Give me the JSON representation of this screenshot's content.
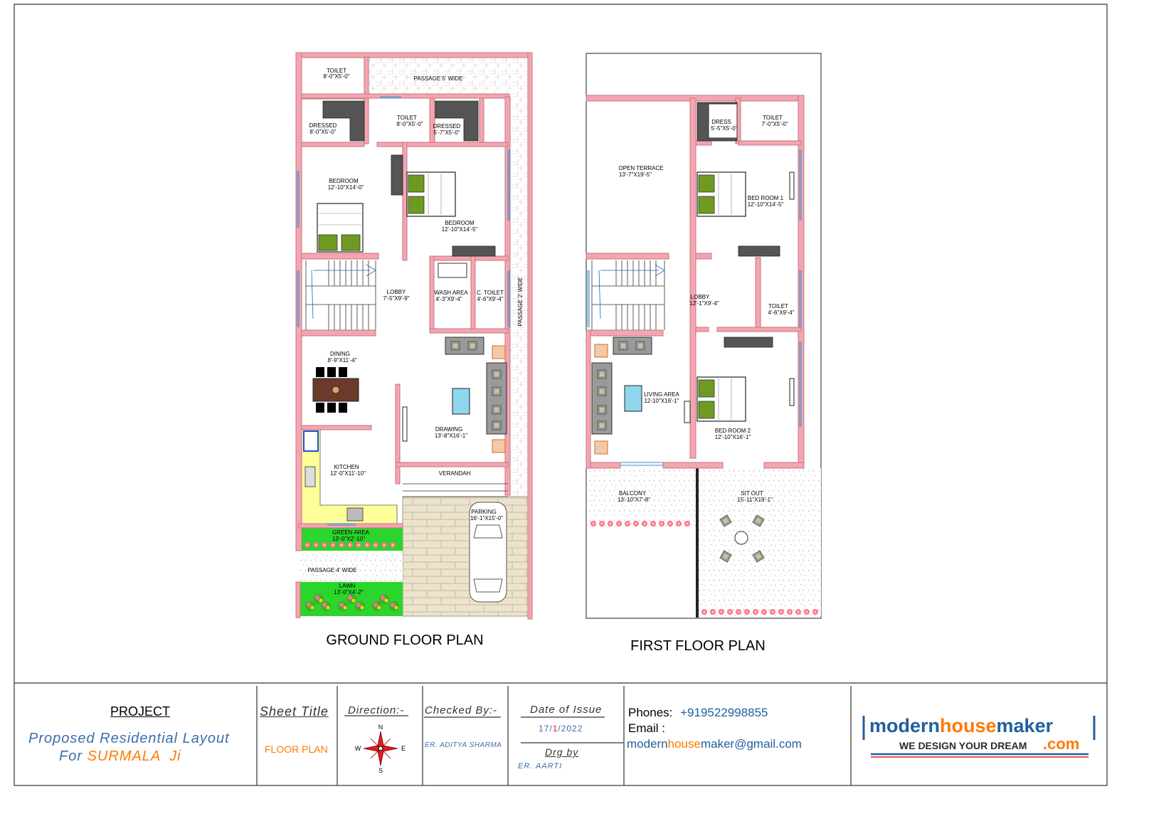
{
  "plans": {
    "ground": {
      "caption": "GROUND FLOOR PLAN",
      "rooms": [
        {
          "name": "TOILET",
          "dims": "8'-0\"X5'-0\""
        },
        {
          "name": "PASSAGE 5' WIDE",
          "dims": ""
        },
        {
          "name": "TOILET",
          "dims": "8'-0\"X5'-0\""
        },
        {
          "name": "DRESSED",
          "dims": "8'-0\"X5'-0\""
        },
        {
          "name": "DRESSED",
          "dims": "5'-7\"X5'-0\""
        },
        {
          "name": "BEDROOM",
          "dims": "12'-10\"X14'-0\""
        },
        {
          "name": "BEDROOM",
          "dims": "12'-10\"X14'-5\""
        },
        {
          "name": "LOBBY",
          "dims": "7'-5\"X9'-9\""
        },
        {
          "name": "WASH AREA",
          "dims": "4'-3\"X9'-4\""
        },
        {
          "name": "C. TOILET",
          "dims": "4'-6\"X9'-4\""
        },
        {
          "name": "PASSAGE 2' WIDE",
          "dims": ""
        },
        {
          "name": "DINING",
          "dims": "8'-9\"X11'-4\""
        },
        {
          "name": "DRAWING",
          "dims": "13'-8\"X16'-1\""
        },
        {
          "name": "KITCHEN",
          "dims": "12'-0\"X11'-10\""
        },
        {
          "name": "VERANDAH",
          "dims": ""
        },
        {
          "name": "PARKING",
          "dims": "16'-1\"X15'-0\""
        },
        {
          "name": "GREEN AREA",
          "dims": "13'-0\"X2'-10\""
        },
        {
          "name": "PASSAGE 4' WIDE",
          "dims": ""
        },
        {
          "name": "LAWN",
          "dims": "13'-0\"X4'-2\""
        }
      ]
    },
    "first": {
      "caption": "FIRST FLOOR PLAN",
      "rooms": [
        {
          "name": "OPEN TERRACE",
          "dims": "13'-7\"X19'-5\""
        },
        {
          "name": "DRESS",
          "dims": "5'-5\"X5'-0\""
        },
        {
          "name": "TOILET",
          "dims": "7'-0\"X5'-0\""
        },
        {
          "name": "BED ROOM 1",
          "dims": "12'-10\"X14'-5\""
        },
        {
          "name": "LOBBY",
          "dims": "12'-1\"X9'-4\""
        },
        {
          "name": "TOILET",
          "dims": "4'-6\"X9'-4\""
        },
        {
          "name": "LIVING AREA",
          "dims": "12-10\"X16'-1\""
        },
        {
          "name": "BED ROOM 2",
          "dims": "12'-10\"X16'-1\""
        },
        {
          "name": "BALCONY",
          "dims": "13'-10\"X7'-8\""
        },
        {
          "name": "SIT OUT",
          "dims": "15'-11\"X19'-1\""
        }
      ]
    }
  },
  "title_block": {
    "project_heading": "PROJECT",
    "project_line1": "Proposed Residential Layout",
    "project_line2_prefix": "For",
    "project_client": "SURMALA",
    "project_suffix": "Ji",
    "sheet_title_label": "Sheet Title",
    "sheet_title_value": "FLOOR PLAN",
    "direction_label": "Direction:-",
    "compass": {
      "n": "N",
      "s": "S",
      "e": "E",
      "w": "W"
    },
    "checked_label": "Checked By:-",
    "checked_value": "ER. ADITYA SHARMA",
    "date_label": "Date of Issue",
    "date_day": "17/",
    "date_month": "1",
    "date_year": "/2022",
    "drg_label": "Drg by",
    "drg_value": "ER. AARTI",
    "phones_label": "Phones:",
    "phones_value": "+919522998855",
    "email_label": "Email :",
    "email_part1": "modern",
    "email_part2": "house",
    "email_part3": "maker@",
    "email_part4": "gmail.com",
    "logo_text_1": "modern",
    "logo_text_2": "house",
    "logo_text_3": "maker",
    "logo_tagline": "WE DESIGN YOUR DREAM",
    "logo_com": ".com"
  },
  "colors": {
    "wall": "#f4a6b0",
    "wall_stroke": "#c7737f",
    "green": "#2bd52b",
    "kitchen": "#ffff99",
    "paver": "#e8e0c8",
    "table": "#6b3a2a",
    "pool": "#8fd6ee",
    "sofa": "#9a9a9a",
    "bed_pillow": "#6f9a22",
    "accent_orange": "#ff7a00",
    "accent_blue": "#1f5f9f",
    "accent_red": "#e21b1b"
  }
}
